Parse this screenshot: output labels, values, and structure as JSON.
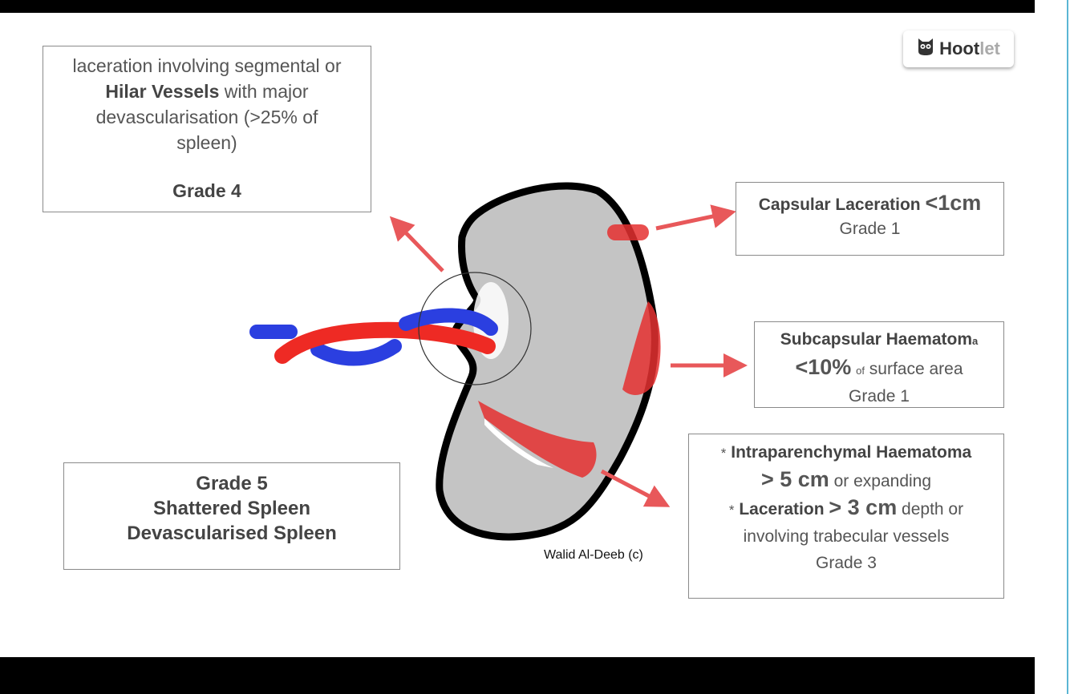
{
  "brand": {
    "name_a": "Hoot",
    "name_b": "let",
    "icon": "owl-icon"
  },
  "credit": "Walid Al-Deeb (c)",
  "grade4": {
    "line1": "laceration involving segmental or",
    "line2_bold": "Hilar Vessels",
    "line2_rest": " with major",
    "line3": "devascularisation (>25% of",
    "line4": "spleen)",
    "grade": "Grade 4"
  },
  "grade5": {
    "grade": "Grade 5",
    "line1": "Shattered Spleen",
    "line2": "Devascularised Spleen"
  },
  "capsular": {
    "title": "Capsular Laceration",
    "size": "<1cm",
    "grade": "Grade 1"
  },
  "subcapsular": {
    "title_main": "Subcapsular Haematom",
    "title_end": "a",
    "size": "<10%",
    "of": "of",
    "rest": "surface area",
    "grade": "Grade 1"
  },
  "intra": {
    "star1": "*",
    "title": "Intraparenchymal Haematoma",
    "size": "> 5 cm",
    "size_rest": "or expanding",
    "star2": "*",
    "lac": "Laceration",
    "lac_size": "> 3 cm",
    "lac_rest": "depth or",
    "line4": "involving trabecular vessels",
    "grade": "Grade 3"
  },
  "colors": {
    "arrow": "#e8585a",
    "spleen_fill": "#c4c4c4",
    "spleen_outline": "#000000",
    "vein": "#2b3fe0",
    "artery": "#ee2a24",
    "injury": "#e53030"
  }
}
